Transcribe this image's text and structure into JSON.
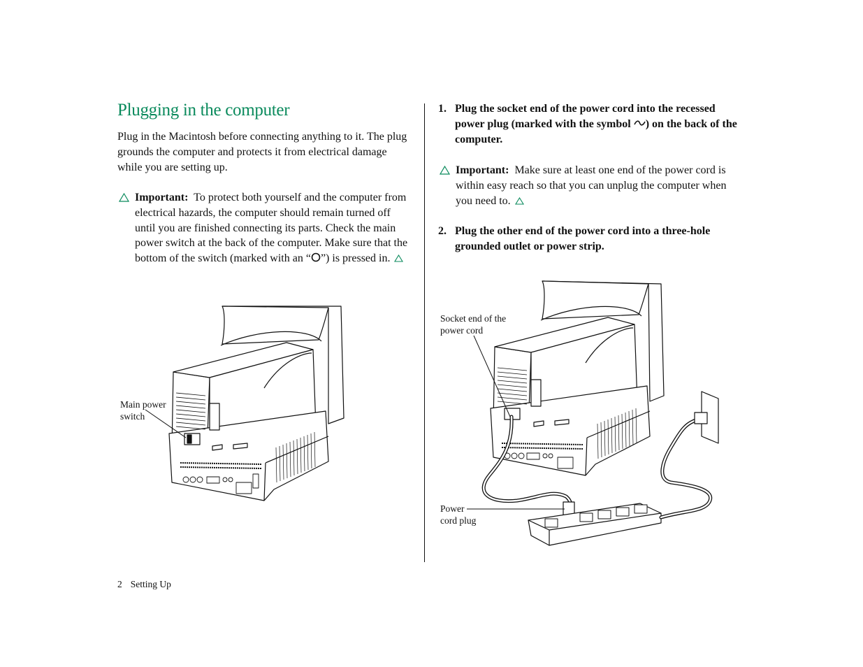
{
  "page": {
    "title": "Plugging in the computer",
    "intro": "Plug in the Macintosh before connecting anything to it. The plug grounds the computer and protects it from electrical damage while you are setting up.",
    "important_label": "Important:",
    "caution_left_pre": "To protect both yourself and the computer from electrical hazards, the computer should remain turned off until you are finished connecting its parts. Check the main power switch at the back of the computer. Make sure that the bottom of the switch (marked with an “",
    "caution_left_post": "”) is pressed in.",
    "steps": [
      {
        "number": "1.",
        "text_pre": "Plug the socket end of the power cord into the recessed power plug (marked with the symbol ",
        "text_post": ") on the back of the computer."
      },
      {
        "number": "2.",
        "text": "Plug the other end of the power cord into a three-hole grounded outlet or power strip."
      }
    ],
    "caution_right": "Make sure at least one end of the power cord is within easy reach so that you can unplug the computer when you need to.",
    "callouts": {
      "main_power_switch_1": "Main power",
      "main_power_switch_2": "switch",
      "socket_end_1": "Socket end of the",
      "socket_end_2": "power cord",
      "power_cord_plug_1": "Power",
      "power_cord_plug_2": "cord plug"
    },
    "footer": {
      "page_number": "2",
      "section": "Setting Up"
    }
  },
  "icons": {
    "caution": "caution-triangle-icon",
    "off_symbol": "circle-off-icon",
    "ac_symbol": "tilde-ac-icon"
  },
  "colors": {
    "title": "#0a8a5c",
    "text": "#111111"
  }
}
